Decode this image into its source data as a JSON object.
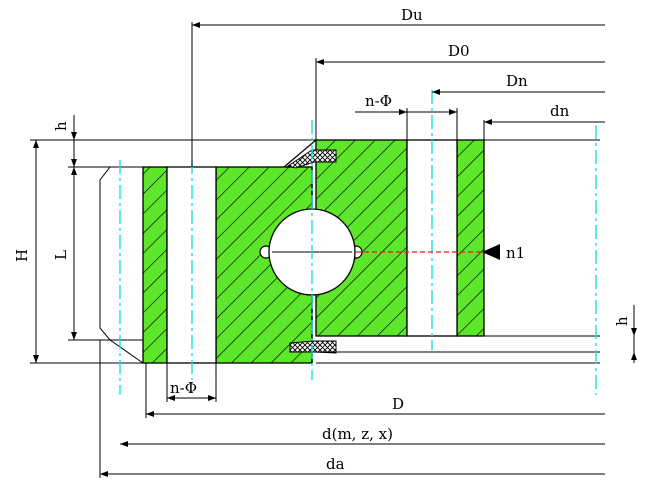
{
  "labels": {
    "Du": "Du",
    "D0": "D0",
    "Dn": "Dn",
    "dn": "dn",
    "n_phi_top": "n-Φ",
    "n_phi_bottom": "n-Φ",
    "h_top": "h",
    "h_right": "h",
    "H": "H",
    "L": "L",
    "n1": "n1",
    "D": "D",
    "d": "d(m, z, x)",
    "da": "da"
  },
  "colors": {
    "fill": "#5ee62a",
    "hatch": "#000000",
    "centerline": "#16e0e0",
    "marker": "#e02020",
    "line": "#000000"
  }
}
